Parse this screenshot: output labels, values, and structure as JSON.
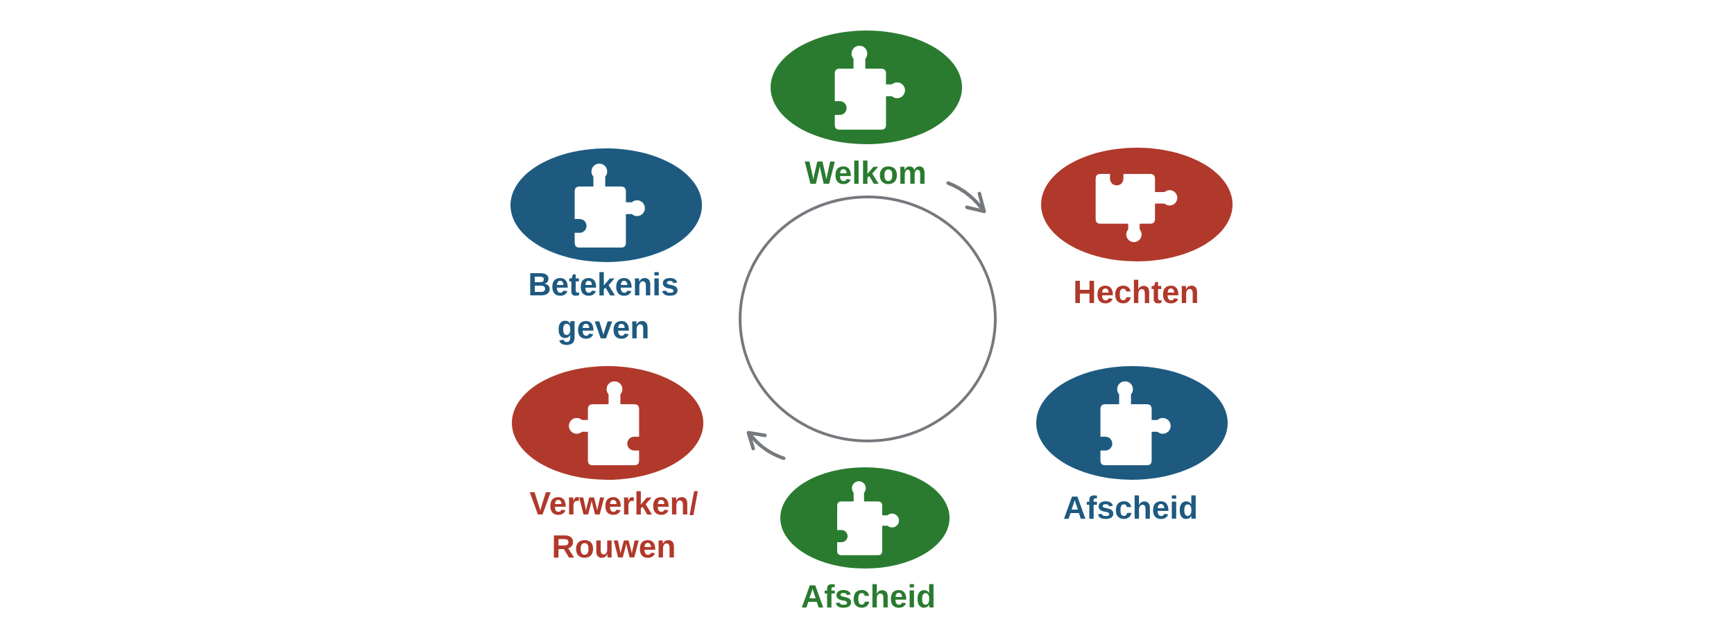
{
  "diagram": {
    "description": "Cycle diagram with six puzzle-piece stages around a circle",
    "direction": "clockwise",
    "nodes": [
      {
        "id": "welkom",
        "lines": [
          "Welkom"
        ],
        "fill": "#2a7b30",
        "text_color": "#2a7b30",
        "icon": "puzzle-piece-icon"
      },
      {
        "id": "hechten",
        "lines": [
          "Hechten"
        ],
        "fill": "#b0392b",
        "text_color": "#b0392b",
        "icon": "puzzle-piece-icon"
      },
      {
        "id": "afscheid-blue",
        "lines": [
          "Afscheid"
        ],
        "fill": "#1e5a80",
        "text_color": "#1e5a80",
        "icon": "puzzle-piece-icon"
      },
      {
        "id": "afscheid-green",
        "lines": [
          "Afscheid"
        ],
        "fill": "#2a7b30",
        "text_color": "#2a7b30",
        "icon": "puzzle-piece-icon"
      },
      {
        "id": "verwerken-rouwen",
        "lines": [
          "Verwerken/",
          "Rouwen"
        ],
        "fill": "#b0392b",
        "text_color": "#b0392b",
        "icon": "puzzle-piece-icon"
      },
      {
        "id": "betekenis-geven",
        "lines": [
          "Betekenis",
          "geven"
        ],
        "fill": "#1e5a80",
        "text_color": "#1e5a80",
        "icon": "puzzle-piece-icon"
      }
    ],
    "cycle": {
      "circle_color": "#75797d",
      "arrow_color": "#75797d",
      "arrows": [
        "top-right-clockwise",
        "bottom-left-clockwise"
      ]
    },
    "colors": {
      "green": "#2a7b30",
      "red": "#b0392b",
      "blue": "#1e5a80",
      "gray": "#75797d",
      "icon_fill": "#ffffff",
      "background": "#ffffff"
    }
  }
}
